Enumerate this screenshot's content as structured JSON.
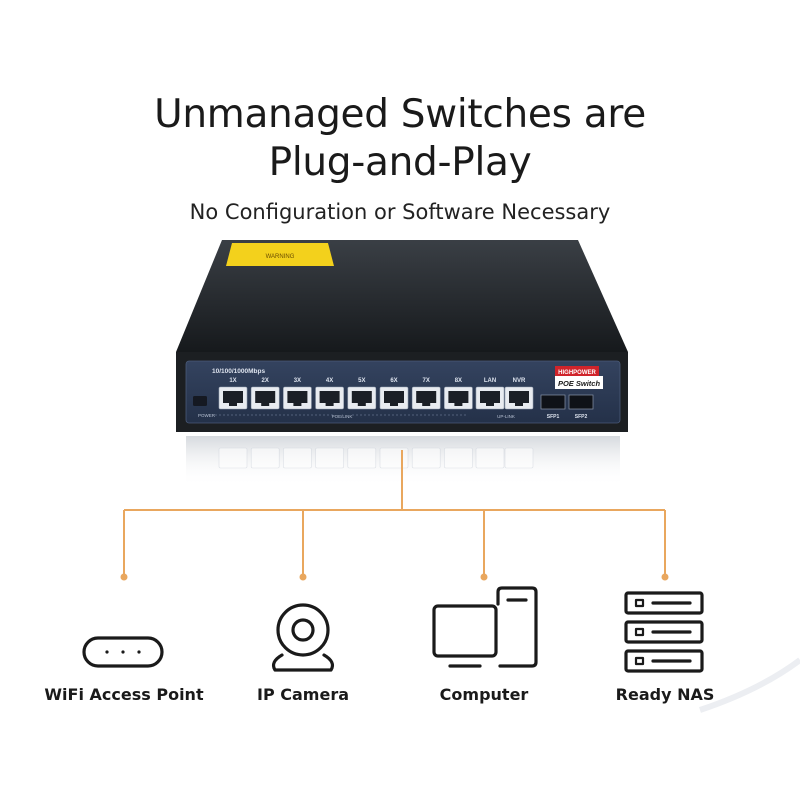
{
  "headline": {
    "line1": "Unmanaged Switches are",
    "line2": "Plug-and-Play",
    "subtitle": "No Configuration or Software Necessary"
  },
  "switch": {
    "speed_label": "10/100/1000Mbps",
    "port_labels": [
      "1X",
      "2X",
      "3X",
      "4X",
      "5X",
      "6X",
      "7X",
      "8X"
    ],
    "uplink_labels": [
      "LAN",
      "NVR"
    ],
    "badge_top": "HIGHPOWER",
    "badge_bottom": "POE Switch",
    "sfp_labels": [
      "SFP1",
      "SFP2"
    ],
    "power_label": "POWER",
    "poe_link_label": "POE/LINK",
    "uplink_group_label": "UP-LINK",
    "warning_label": "WARNING"
  },
  "devices": [
    {
      "label": "WiFi Access Point",
      "icon": "wifi-access-point-icon"
    },
    {
      "label": "IP Camera",
      "icon": "ip-camera-icon"
    },
    {
      "label": "Computer",
      "icon": "computer-icon"
    },
    {
      "label": "Ready NAS",
      "icon": "nas-icon"
    }
  ],
  "colors": {
    "connector": "#e9a75e",
    "switch_body": "#1e2124",
    "panel": "#2c3a55",
    "warning_sticker": "#f3d11c",
    "badge": "#d0242b"
  }
}
